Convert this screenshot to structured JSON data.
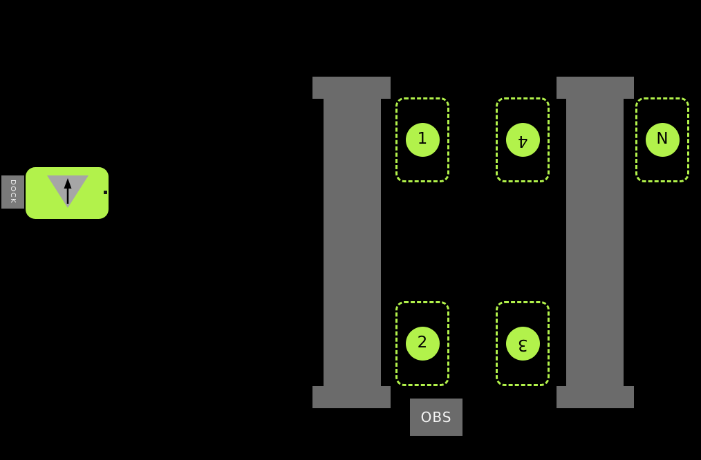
{
  "colors": {
    "bg": "#000000",
    "green": "#b2f24b",
    "rack_gray": "#6b6b6b",
    "dock_tab_gray": "#7a7a7a",
    "triangle_gray": "#a6a6a6",
    "label_light": "#f5f5f5",
    "label_dark": "#000000"
  },
  "dock": {
    "label": "DOCK",
    "icon": "robot-triangle-with-heading-arrow-icon"
  },
  "spots": [
    {
      "id": "1",
      "label": "1",
      "facing": "up"
    },
    {
      "id": "2",
      "label": "2",
      "facing": "up"
    },
    {
      "id": "3",
      "label": "3",
      "facing": "down"
    },
    {
      "id": "4",
      "label": "4",
      "facing": "down"
    },
    {
      "id": "N",
      "label": "N",
      "facing": "up"
    }
  ],
  "obstacle": {
    "label": "OBS"
  },
  "racks": [
    {
      "id": "left"
    },
    {
      "id": "right"
    }
  ]
}
